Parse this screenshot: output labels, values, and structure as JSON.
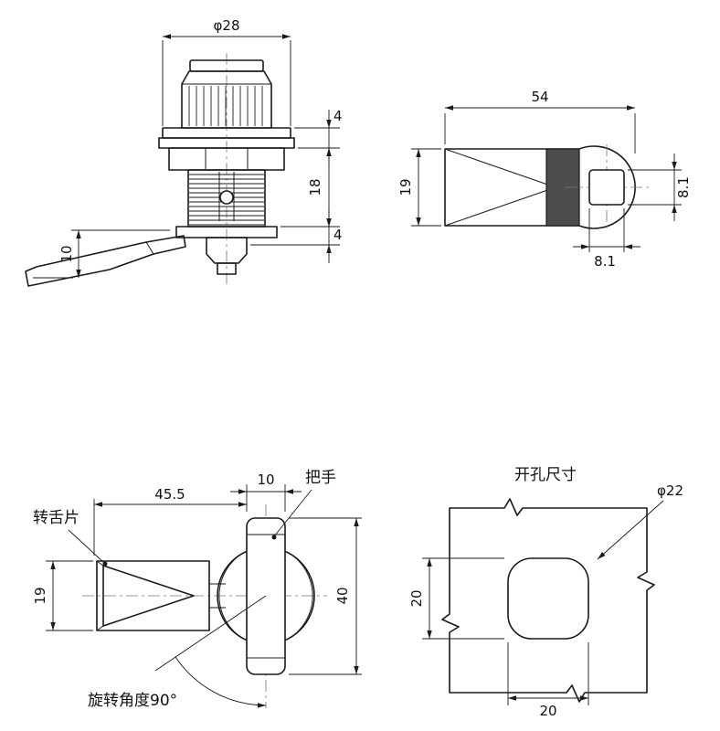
{
  "drawing": {
    "front_view": {
      "knob_diameter": "φ28",
      "flange_thickness": "4",
      "body_length": "18",
      "cam_thickness": "4",
      "lever_drop": "10"
    },
    "side_view": {
      "cam_length": "54",
      "cam_height": "19",
      "hole_height": "8.1",
      "hole_width": "8.1"
    },
    "top_view": {
      "tongue_label": "转舌片",
      "handle_label": "把手",
      "handle_width": "10",
      "tongue_length": "45.5",
      "tongue_width": "19",
      "handle_length": "40",
      "rotation_label": "旋转角度90°"
    },
    "cutout_view": {
      "title": "开孔尺寸",
      "hole_diameter": "φ22",
      "hole_height": "20",
      "hole_width": "20"
    }
  },
  "colors": {
    "line": "#1a1a1a",
    "shade_band": "#4d4d4d",
    "background": "#ffffff"
  }
}
